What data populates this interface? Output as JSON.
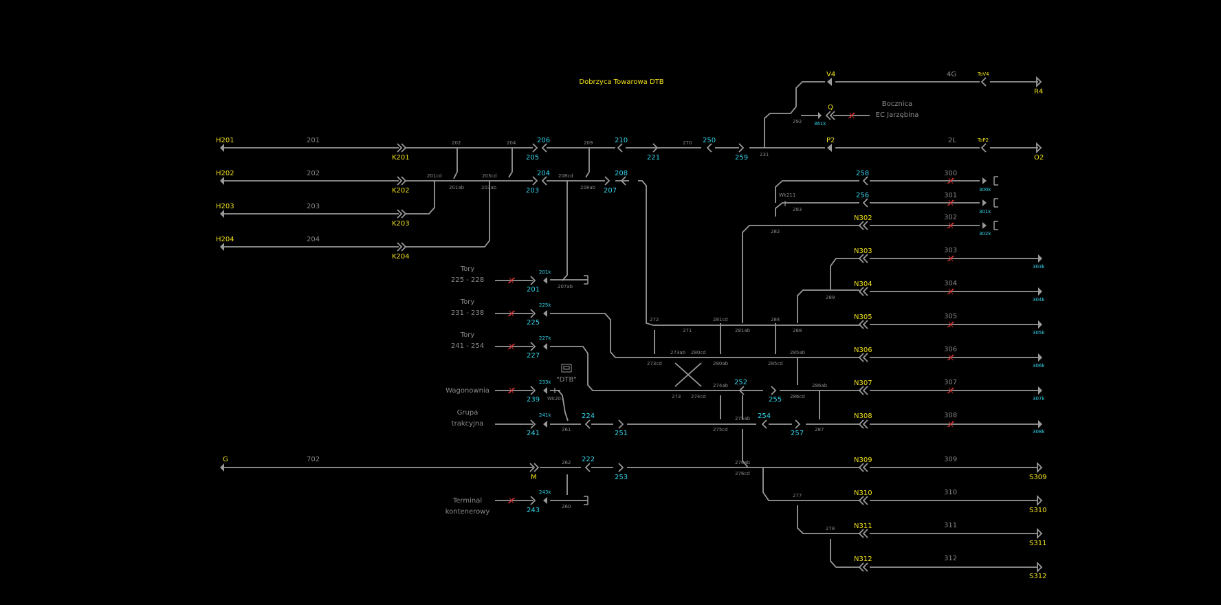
{
  "title": "Dobrzyca Towarowa DTB",
  "colors": {
    "background": "#000000",
    "track": "#9a9a9a",
    "signal_main": "#f2e21a",
    "signal_shunt": "#33d8f0",
    "label": "#8a8a8a",
    "blocked": "#d83030"
  },
  "signals_main": [
    "H201",
    "H202",
    "H203",
    "H204",
    "G",
    "K201",
    "K202",
    "K203",
    "K204",
    "M",
    "V4",
    "Q",
    "P2",
    "R4",
    "O2",
    "N302",
    "N303",
    "N304",
    "N305",
    "N306",
    "N307",
    "N308",
    "N309",
    "N310",
    "N311",
    "N312",
    "S309",
    "S310",
    "S311",
    "S312",
    "ToV4",
    "ToP2"
  ],
  "signals_shunt": [
    "206",
    "205",
    "204",
    "203",
    "210",
    "221",
    "250",
    "259",
    "208",
    "207",
    "258",
    "256",
    "201",
    "225",
    "227",
    "239",
    "241",
    "224",
    "251",
    "252",
    "255",
    "254",
    "257",
    "222",
    "253",
    "243"
  ],
  "shunt_small": [
    "201k",
    "225k",
    "227k",
    "233k",
    "241k",
    "243k",
    "361k",
    "300k",
    "301k",
    "302k",
    "303k",
    "304k",
    "305k",
    "306k",
    "307k",
    "308k"
  ],
  "tracks": [
    "201",
    "202",
    "203",
    "204",
    "702",
    "300",
    "301",
    "302",
    "303",
    "304",
    "305",
    "306",
    "307",
    "308",
    "309",
    "310",
    "311",
    "312",
    "4G",
    "2L"
  ],
  "switches": [
    "202",
    "204",
    "209",
    "270",
    "231",
    "292",
    "201cd",
    "203cd",
    "208cd",
    "201ab",
    "203ab",
    "208ab",
    "Wk211",
    "283",
    "282",
    "207ab",
    "272",
    "271",
    "281cd",
    "284",
    "281ab",
    "288",
    "289",
    "273ab",
    "280cd",
    "285ab",
    "273cd",
    "280ab",
    "285cd",
    "274ab",
    "286ab",
    "273",
    "274cd",
    "286cd",
    "275ab",
    "287",
    "261",
    "275cd",
    "276ab",
    "276cd",
    "262",
    "277",
    "278",
    "260",
    "Wk201"
  ],
  "sidings": {
    "tory1": [
      "Tory",
      "225 - 228"
    ],
    "tory2": [
      "Tory",
      "231 - 238"
    ],
    "tory3": [
      "Tory",
      "241 - 254"
    ],
    "wagonownia": [
      "Wagonownia"
    ],
    "grupa": [
      "Grupa",
      "trakcyjna"
    ],
    "terminal": [
      "Terminal",
      "kontenerowy"
    ],
    "bocznica": [
      "Bocznica",
      "EC Jarzębina"
    ]
  },
  "building": "\"DTB\""
}
